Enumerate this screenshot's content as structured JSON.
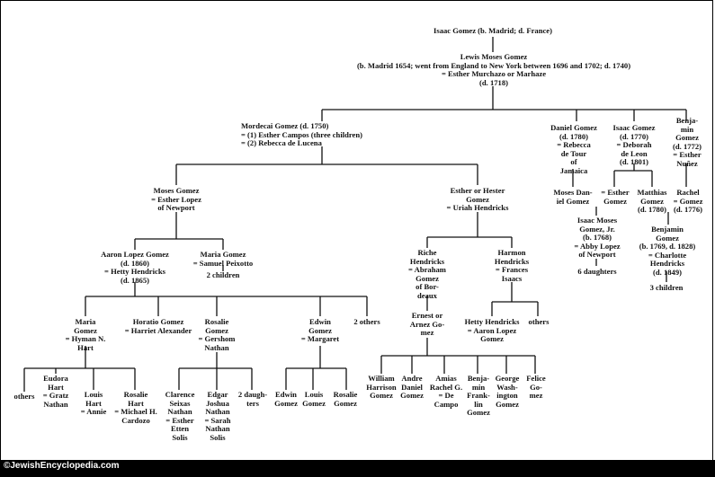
{
  "nodes": {
    "isaac": "Isaac Gomez (b. Madrid; d. France)",
    "lewis": "Lewis Moses Gomez\n(b. Madrid 1654; went from England to New York between 1696 and 1702; d. 1740)\n= Esther Murchazo or Marhaze\n(d. 1718)",
    "mordecai": "Mordecai Gomez (d. 1750)\n= (1) Esther Campos (three children)\n= (2) Rebecca de Lucena",
    "daniel": "Daniel Gomez\n(d. 1780)\n= Rebecca\nde Tour\nof\nJamaica",
    "isaac2": "Isaac Gomez\n(d. 1770)\n= Deborah\nde Leon\n(d. 1801)",
    "benjamin1": "Benja-\nmin\nGomez\n(d. 1772)\n= Esther\nNuñez",
    "moses_gomez": "Moses Gomez\n= Esther Lopez\nof Newport",
    "esther_hester": "Esther or Hester\nGomez\n= Uriah Hendricks",
    "moses_daniel": "Moses Dan-\niel Gomez",
    "eq_esther": "= Esther\nGomez",
    "matthias": "Matthias\nGomez\n(d. 1780)",
    "rachel": "Rachel\n= Gomez\n(d. 1776)",
    "isaac_moses": "Isaac Moses\nGomez, Jr.\n(b. 1768)\n= Abby Lopez\nof Newport",
    "six_daughters": "6 daughters",
    "benjamin2": "Benjamin\nGomez\n(b. 1769, d. 1828)\n= Charlotte\nHendricks\n(d. 1849)",
    "three_children": "3 children",
    "aaron": "Aaron Lopez Gomez\n(d. 1860)\n= Hetty Hendricks\n(d. 1865)",
    "maria1": "Maria Gomez\n= Samuel Peixotto",
    "two_children": "2 children",
    "riche": "Riche\nHendricks\n= Abraham\nGomez\nof Bor-\ndeaux",
    "harmon": "Harmon\nHendricks\n= Frances\nIsaacs",
    "maria2": "Maria\nGomez\n= Hyman N.\nHart",
    "horatio": "Horatio Gomez\n= Harriet Alexander",
    "rosalie1": "Rosalie\nGomez\n= Gershom\nNathan",
    "edwin1": "Edwin\nGomez\n= Margaret",
    "two_others": "2 others",
    "ernest": "Ernest or\nArnez Go-\nmez",
    "hetty_h": "Hetty Hendricks\n= Aaron Lopez\nGomez",
    "others_right": "others",
    "others_left": "others",
    "eudora": "Eudora\nHart\n= Gratz\nNathan",
    "louis_hart": "Louis\nHart\n= Annie",
    "rosalie_hart": "Rosalie\nHart\n= Michael H.\nCardozo",
    "clarence": "Clarence\nSeixas\nNathan\n= Esther\nEtten\nSolis",
    "edgar": "Edgar\nJoshua\nNathan\n= Sarah\nNathan\nSolis",
    "two_daughters": "2 daugh-\nters",
    "edwin2": "Edwin\nGomez",
    "louis_gomez": "Louis\nGomez",
    "rosalie_g": "Rosalie\nGomez",
    "william": "William\nHarrison\nGomez",
    "andre": "Andre\nDaniel\nGomez",
    "amias": "Amias\nRachel G.\n= De\nCampo",
    "benjamin3": "Benja-\nmin\nFrank-\nlin\nGomez",
    "george": "George\nWash-\nington\nGomez",
    "felice": "Felice\nGo-\nmez"
  },
  "footer": "©JewishEncyclopedia.com"
}
